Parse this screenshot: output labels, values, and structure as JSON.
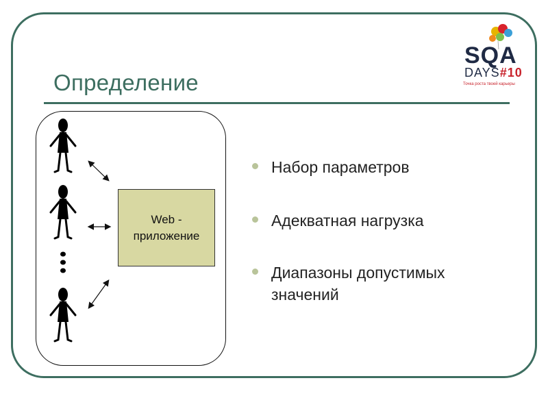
{
  "slide": {
    "title": "Определение",
    "logo": {
      "word": "SQA",
      "days": "DAYS",
      "number": "#10",
      "tagline": "Точка роста твоей карьеры"
    },
    "diagram": {
      "app_label": "Web -\nприложение",
      "users_shown": 3
    },
    "bullets": [
      "Набор параметров",
      "Адекватная нагрузка",
      "Диапазоны допустимых значений"
    ],
    "colors": {
      "accent": "#3d6e60",
      "app_box": "#d8d8a2",
      "bullet": "#b9c49a"
    }
  }
}
